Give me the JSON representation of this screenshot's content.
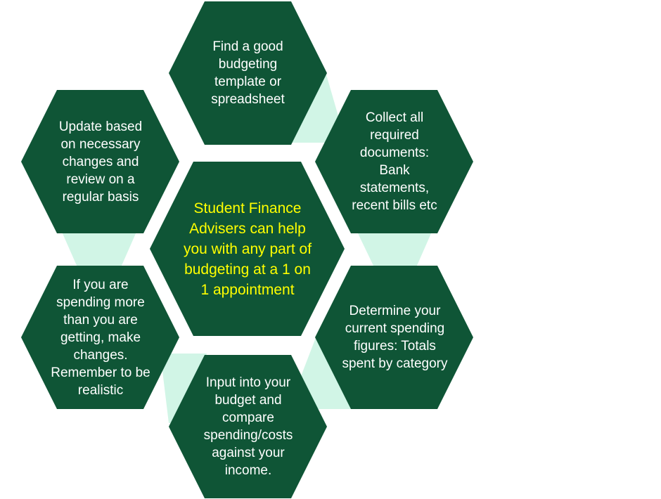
{
  "colors": {
    "hex_fill": "#0f5536",
    "connector_fill": "#d1f5e6",
    "step_text": "#ffffff",
    "center_text": "#ffff00"
  },
  "center": {
    "text": "Student Finance Advisers can help you with any part of budgeting at a 1 on 1 appointment"
  },
  "steps": [
    {
      "text": "Find a good budgeting template or spreadsheet"
    },
    {
      "text": "Collect all required documents: Bank statements, recent bills etc"
    },
    {
      "text": "Determine your current spending figures: Totals spent by category"
    },
    {
      "text": "Input into your budget and compare spending/costs against your income."
    },
    {
      "text": "If you are spending more than you are getting, make changes. Remember to be realistic"
    },
    {
      "text": "Update based on necessary changes and review on a regular basis"
    }
  ]
}
